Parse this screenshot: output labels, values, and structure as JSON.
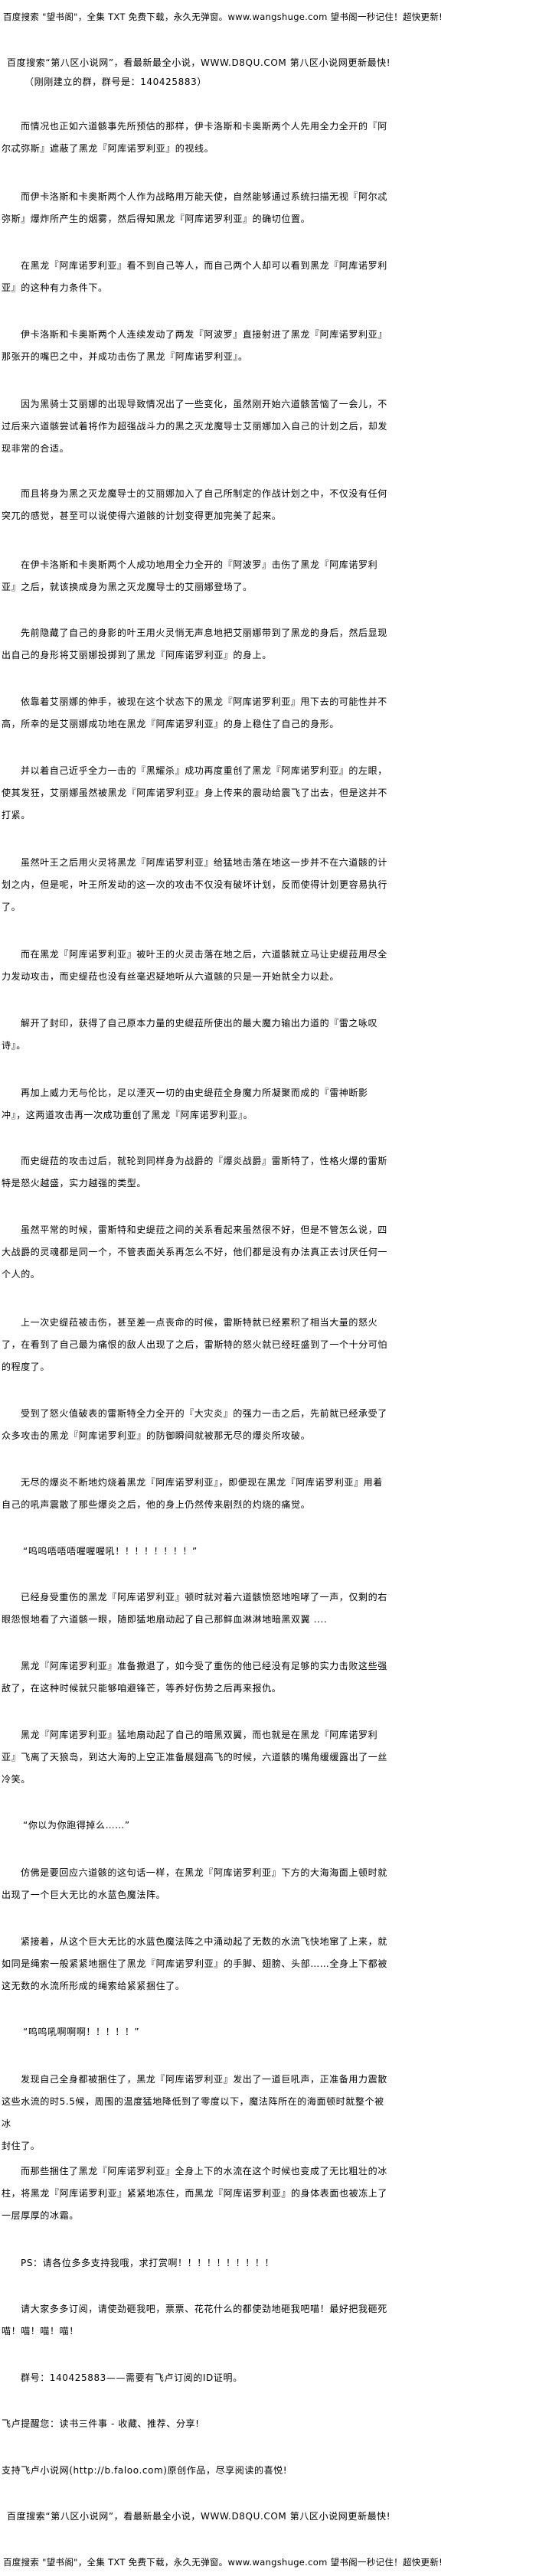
{
  "header": {
    "ad_wangshuge": "百度搜索 \"望书阁\"，全集 TXT 免费下载，永久无弹窗。www.wangshuge.com 望书阁一秒记住！超快更新!",
    "ad_d8qu": "百度搜索“第八区小说网”，看最新最全小说，WWW.D8QU.COM   第八区小说网更新最快!",
    "group_notice": "（刚刚建立的群，群号是：140425883）"
  },
  "content": {
    "paragraphs": [
      "而情况也正如六道骸事先所预估的那样，伊卡洛斯和卡奥斯两个人先用全力全开的『阿尔忒弥斯』遮蔽了黑龙『阿库诺罗利亚』的视线。",
      "而伊卡洛斯和卡奥斯两个人作为战略用万能天使，自然能够通过系统扫描无视『阿尔忒弥斯』爆炸所产生的烟雾，然后得知黑龙『阿库诺罗利亚』的确切位置。",
      "在黑龙『阿库诺罗利亚』看不到自己等人，而自己两个人却可以看到黑龙『阿库诺罗利亚』的这种有力条件下。",
      "伊卡洛斯和卡奥斯两个人连续发动了两发『阿波罗』直接射进了黑龙『阿库诺罗利亚』那张开的嘴巴之中，并成功击伤了黑龙『阿库诺罗利亚』。",
      "因为黑骑士艾丽娜的出现导致情况出了一些变化，虽然刚开始六道骸苦恼了一会儿，不过后来六道骸尝试着将作为超强战斗力的黑之灭龙魔导士艾丽娜加入自己的计划之后，却发现非常的合适。",
      "而且将身为黑之灭龙魔导士的艾丽娜加入了自己所制定的作战计划之中，不仅没有任何突兀的感觉，甚至可以说使得六道骸的计划变得更加完美了起来。",
      "在伊卡洛斯和卡奥斯两个人成功地用全力全开的『阿波罗』击伤了黑龙『阿库诺罗利亚』之后，就该换成身为黑之灭龙魔导士的艾丽娜登场了。",
      "先前隐藏了自己的身影的叶王用火灵悄无声息地把艾丽娜带到了黑龙的身后，然后显现出自己的身形将艾丽娜投掷到了黑龙『阿库诺罗利亚』的身上。",
      "依靠着艾丽娜的伸手，被现在这个状态下的黑龙『阿库诺罗利亚』甩下去的可能性并不高，所幸的是艾丽娜成功地在黑龙『阿库诺罗利亚』的身上稳住了自己的身形。",
      "并以着自己近乎全力一击的『黑耀杀』成功再度重创了黑龙『阿库诺罗利亚』的左眼，使其发狂，艾丽娜虽然被黑龙『阿库诺罗利亚』身上传来的震动给震飞了出去，但是这并不打紧。",
      "虽然叶王之后用火灵将黑龙『阿库诺罗利亚』给猛地击落在地这一步并不在六道骸的计划之内，但是呢，叶王所发动的这一次的攻击不仅没有破坏计划，反而使得计划更容易执行了。",
      "而在黑龙『阿库诺罗利亚』被叶王的火灵击落在地之后，六道骸就立马让史缇菈用尽全力发动攻击，而史缇菈也没有丝毫迟疑地听从六道骸的只是一开始就全力以赴。",
      "解开了封印，获得了自己原本力量的史缇菈所使出的最大魔力输出力道的『雷之咏叹诗』。",
      "再加上威力无与伦比，足以湮灭一切的由史缇菈全身魔力所凝聚而成的『雷神断影冲』，这两道攻击再一次成功重创了黑龙『阿库诺罗利亚』。",
      "而史缇菈的攻击过后，就轮到同样身为战爵的『爆炎战爵』雷斯特了，性格火爆的雷斯特是怒火越盛，实力越强的类型。",
      "虽然平常的时候，雷斯特和史缇菈之间的关系看起来虽然很不好，但是不管怎么说，四大战爵的灵魂都是同一个，不管表面关系再怎么不好，他们都是没有办法真正去讨厌任何一个人的。",
      "上一次史缇菈被击伤，甚至差一点丧命的时候，雷斯特就已经累积了相当大量的怒火了，在看到了自己最为痛恨的敌人出现了之后，雷斯特的怒火就已经旺盛到了一个十分可怕的程度了。",
      "受到了怒火值破表的雷斯特全力全开的『大灾炎』的强力一击之后，先前就已经承受了众多攻击的黑龙『阿库诺罗利亚』的防御瞬间就被那无尽的爆炎所攻破。",
      "无尽的爆炎不断地灼烧着黑龙『阿库诺罗利亚』，即便现在黑龙『阿库诺罗利亚』用着自己的吼声震散了那些爆炎之后，他的身上仍然传来剧烈的灼烧的痛觉。",
      "“呜呜唔唔唔喔喔喔吼！！！！！！！！”",
      "已经身受重伤的黑龙『阿库诺罗利亚』顿时就对着六道骸愤怒地咆哮了一声，仅剩的右眼怨恨地看了六道骸一眼，随即猛地扇动起了自己那鲜血淋淋地暗黑双翼 ....",
      "黑龙『阿库诺罗利亚』准备撤退了，如今受了重伤的他已经没有足够的实力击败这些强敌了，在这种时候就只能够咱避锋芒，等养好伤势之后再来报仇。",
      "黑龙『阿库诺罗利亚』猛地扇动起了自己的暗黑双翼，而也就是在黑龙『阿库诺罗利亚』飞离了天狼岛，到达大海的上空正准备展翅高飞的时候，六道骸的嘴角缓缓露出了一丝冷笑。",
      "“你以为你跑得掉么……”",
      "仿佛是要回应六道骸的这句话一样，在黑龙『阿库诺罗利亚』下方的大海海面上顿时就出现了一个巨大无比的水蓝色魔法阵。",
      "紧接着，从这个巨大无比的水蓝色魔法阵之中涌动起了无数的水流飞快地窜了上来，就如同是绳索一般紧紧地捆住了黑龙『阿库诺罗利亚』的手脚、翅膀、头部……全身上下都被这无数的水流所形成的绳索给紧紧捆住了。",
      "“呜呜吼啊啊啊！！！！！”",
      "发现自己全身都被捆住了，黑龙『阿库诺罗利亚』发出了一道巨吼声，正准备用力震散这些水流的时5.5候，周围的温度猛地降低到了零度以下，魔法阵所在的海面顿时就整个被冰\n封住了。",
      "而那些捆住了黑龙『阿库诺罗利亚』全身上下的水流在这个时候也变成了无比粗壮的冰柱，将黑龙『阿库诺罗利亚』紧紧地冻住，而黑龙『阿库诺罗利亚』的身体表面也被冻上了一层厚厚的冰霜。",
      "PS：请各位多多支持我哦，求打赏啊！！！！！！！！！！",
      "请大家多多订阅，请使劲砸我吧，票票、花花什么的都使劲地砸我吧喵！最好把我砸死喵！喵！喵！喵！",
      "群号：140425883——需要有飞卢订阅的ID证明。"
    ]
  },
  "footer": {
    "faloo_reminder": "飞卢提醒您：读书三件事 - 收藏、推荐、分享!",
    "faloo_support": "支持飞卢小说网(http://b.faloo.com)原创作品，尽享阅读的喜悦!",
    "ad_d8qu": "百度搜索“第八区小说网”，看最新最全小说，WWW.D8QU.COM   第八区小说网更新最快!",
    "ad_wangshuge": "百度搜索 \"望书阁\"，全集 TXT 免费下载，永久无弹窗。www.wangshuge.com 望书阁一秒记住！超快更新!"
  }
}
